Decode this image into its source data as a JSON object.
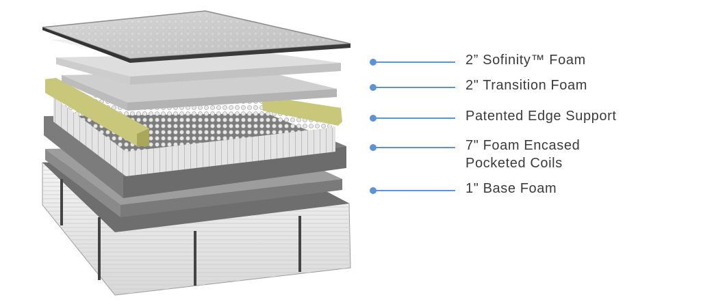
{
  "colors": {
    "accent": "#5b93d6",
    "label_text": "#3a3a3a",
    "foam_light": "#e6e6e6",
    "foam_mid": "#c9c9c9",
    "foam_dark": "#7a7a7a",
    "edge_support": "#c8c77a",
    "coil": "#dcdcdc",
    "border_fabric": "#ececec"
  },
  "layers": [
    {
      "id": "sofinity",
      "label": "2” Sofinity™ Foam",
      "line2": ""
    },
    {
      "id": "transition",
      "label": "2\" Transition Foam",
      "line2": ""
    },
    {
      "id": "edge",
      "label": "Patented Edge Support",
      "line2": ""
    },
    {
      "id": "coils",
      "label": "7\" Foam Encased",
      "line2": "Pocketed Coils"
    },
    {
      "id": "base",
      "label": "1\" Base Foam",
      "line2": ""
    }
  ]
}
